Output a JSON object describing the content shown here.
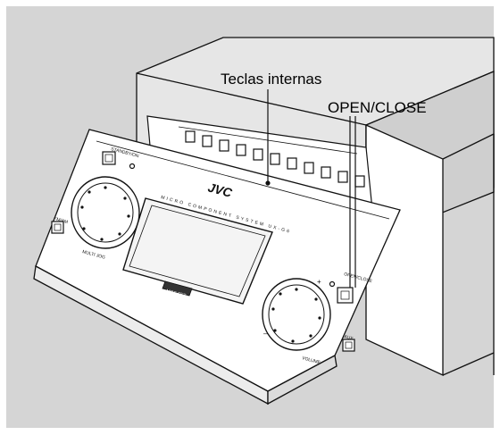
{
  "callouts": {
    "internal_keys": "Teclas internas",
    "open_close": "OPEN/CLOSE"
  },
  "panel_labels": {
    "brand": "JVC",
    "power": "STANDBY/ON",
    "model_line": "MICRO COMPONENT SYSTEM UX-G6",
    "fm_am": "FM/AM",
    "multi_jog": "MULTI JOG",
    "volume": "VOLUME",
    "aux": "AUX",
    "open_close_small": "OPEN/CLOSE",
    "display_badge": "MOS-FET"
  },
  "colors": {
    "background": "#d5d5d5",
    "panel": "#ffffff",
    "line": "#111111",
    "unit_shade": "#e9e9e9"
  }
}
